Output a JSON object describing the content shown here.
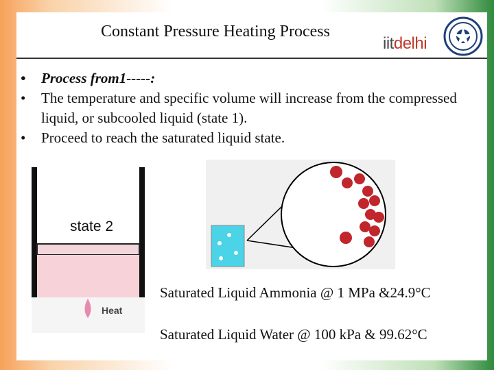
{
  "slide": {
    "title": "Constant Pressure Heating Process",
    "logo_iit": "iit",
    "logo_delhi": "delhi",
    "bullets": [
      {
        "text": "Process from1-----:",
        "style": "bold-italic"
      },
      {
        "text": "The temperature and specific volume will increase from the compressed liquid, or subcooled liquid (state 1).",
        "style": "normal"
      },
      {
        "text": "Proceed to reach the saturated liquid state.",
        "style": "normal"
      }
    ],
    "diagram": {
      "state_label": "state 2",
      "heat_label": "Heat"
    },
    "captions": [
      "Saturated Liquid Ammonia @ 1 MPa &24.9°C",
      "Saturated Liquid Water @ 100 kPa & 99.62°C"
    ]
  },
  "colors": {
    "accent_orange": "#f7a25a",
    "accent_green": "#2f8a3c",
    "liquid_pink": "#f7d3d9",
    "water_cyan": "#4bd3e7"
  }
}
